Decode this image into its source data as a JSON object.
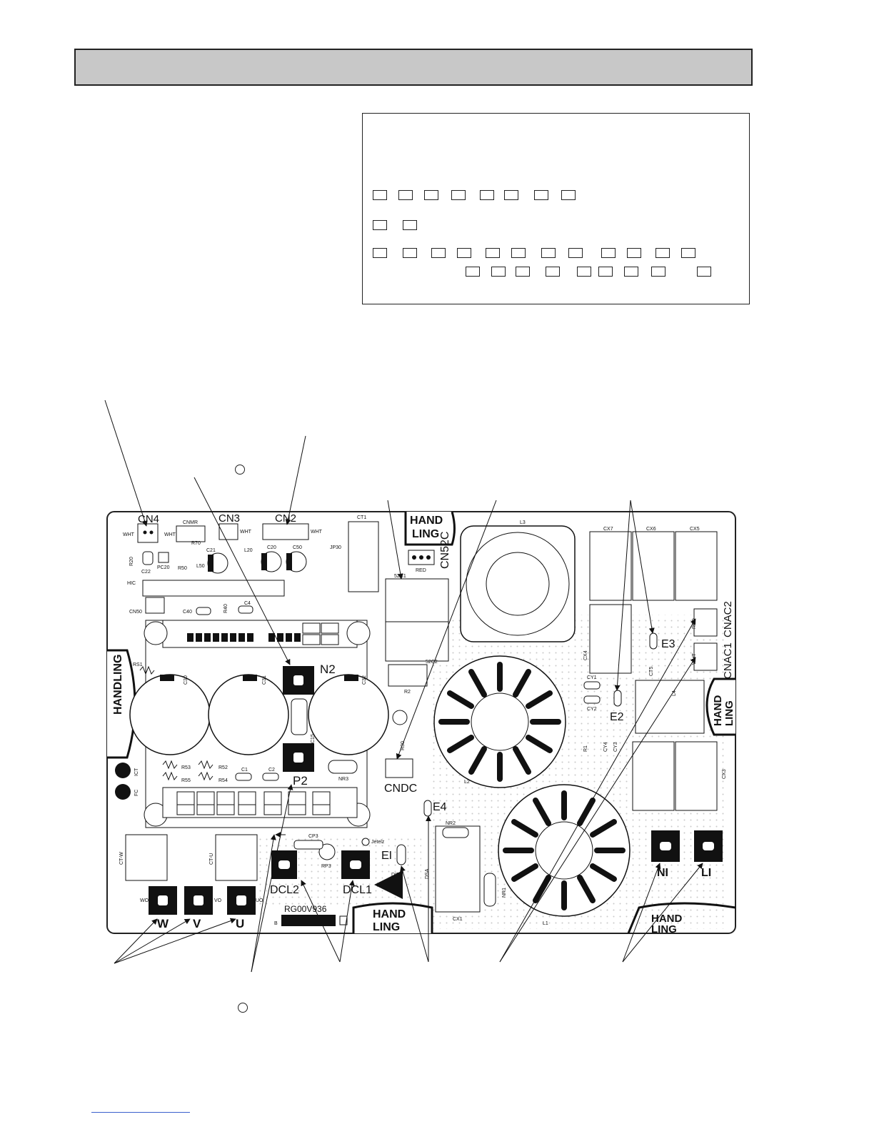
{
  "board": {
    "connectors": {
      "cn4": "CN4",
      "cnmr": "CNMR",
      "cn3": "CN3",
      "cn2": "CN2",
      "cn52c": "CN52C",
      "cndc": "CNDC",
      "cn50": "CN50",
      "cnac1": "CNAC1",
      "cnac2": "CNAC2"
    },
    "terminals": {
      "n2": "N2",
      "p2": "P2",
      "dcl2": "DCL2",
      "dcl1": "DCL1",
      "e1": "EI",
      "e2": "E2",
      "e3": "E3",
      "e4": "E4",
      "w": "W",
      "v": "V",
      "u": "U",
      "ni": "NI",
      "li": "LI",
      "wo": "WO",
      "vo": "VO",
      "uo": "UO"
    },
    "handling": {
      "line1": "HAND",
      "line2": "LING",
      "vertical": "HANDLING"
    },
    "part_number": "RG00V936",
    "rev": "B",
    "jetelz": "Jetelz",
    "dip": "DIP",
    "components": {
      "ct1": "CT1",
      "l3": "L3",
      "l2": "L2",
      "l1": "L1",
      "l4": "L4",
      "cx7": "CX7",
      "cx6": "CX6",
      "cx5": "CX5",
      "cx4": "CX4",
      "cx3": "CX3",
      "cx1": "CX1",
      "c30": "C30",
      "c31": "C31",
      "c32": "C32",
      "hic": "HIC",
      "jp30": "JP30",
      "x52c1": "52C1",
      "x52c2": "52C2",
      "r2": "R2",
      "r30": "R30",
      "rs1": "RS1",
      "r53": "R53",
      "r55": "R55",
      "r52": "R52",
      "r54": "R54",
      "r1": "R1",
      "nr1": "NR1",
      "nr2": "NR2",
      "nr3": "NR3",
      "cy1": "CY1",
      "cy2": "CY2",
      "cy3": "CY3",
      "cy4": "CY4",
      "c1": "C1",
      "c2": "C2",
      "ict": "ICT",
      "fc": "FC",
      "rp3": "RP3",
      "dsa": "DSA",
      "cp3": "CP3",
      "ctw": "CT-W",
      "ctu": "CT-U",
      "c20": "C20",
      "c50": "C50",
      "c21": "C21",
      "c22": "C22",
      "l20": "L20",
      "l50": "L50",
      "r20": "R20",
      "r50": "R50",
      "r40": "R40",
      "r70": "R70",
      "pc20": "PC20",
      "c40": "C40",
      "c4": "C4",
      "c15": "C15",
      "ct5": "CT5",
      "red": "RED",
      "wht": "WHT"
    }
  },
  "colors": {
    "ink": "#111111",
    "title_bar": "#c8c8c8",
    "footer_link": "#3a5fcd"
  }
}
